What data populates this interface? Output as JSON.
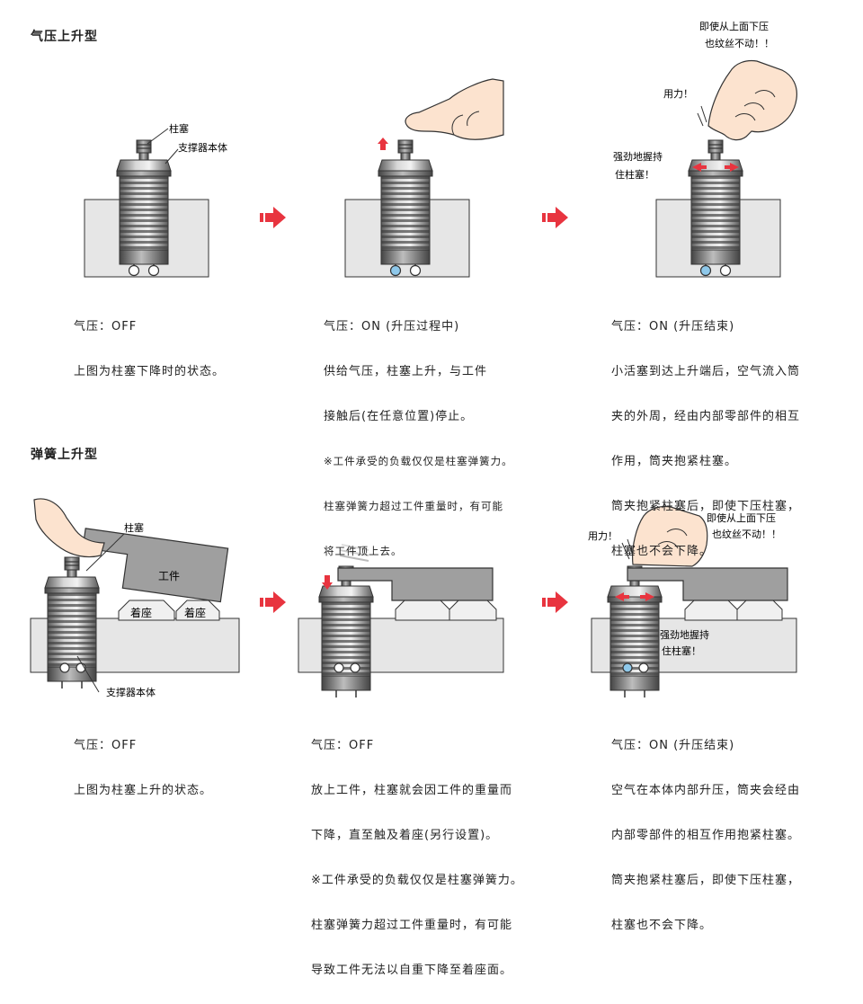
{
  "sections": [
    {
      "title": "气压上升型",
      "panels": [
        {
          "captions": [
            "气压：OFF",
            "上图为柱塞下降时的状态。"
          ],
          "notes": [],
          "labels": {
            "plunger": "柱塞",
            "support": "支撑器本体"
          }
        },
        {
          "captions": [
            "气压：ON (升压过程中)",
            "供给气压，柱塞上升，与工件",
            "接触后(在任意位置)停止。"
          ],
          "notes": [
            "※工件承受的负载仅仅是柱塞弹簧力。",
            "柱塞弹簧力超过工件重量时，有可能",
            "将工件顶上去。"
          ],
          "labels": {}
        },
        {
          "captions": [
            "气压：ON (升压结束)",
            "小活塞到达上升端后，空气流入筒",
            "夹的外周，经由内部零部件的相互",
            "作用，筒夹抱紧柱塞。",
            "筒夹抱紧柱塞后，即使下压柱塞，",
            "柱塞也不会下降。"
          ],
          "notes": [],
          "labels": {
            "press_note_1": "即使从上面下压",
            "press_note_2": "也纹丝不动！！",
            "force": "用力！",
            "grip_1": "强劲地握持",
            "grip_2": "住柱塞！"
          }
        }
      ]
    },
    {
      "title": "弹簧上升型",
      "panels": [
        {
          "captions": [
            "气压：OFF",
            "上图为柱塞上升的状态。"
          ],
          "notes": [],
          "labels": {
            "plunger": "柱塞",
            "workpiece": "工件",
            "seat_1": "着座",
            "seat_2": "着座",
            "support": "支撑器本体"
          }
        },
        {
          "captions": [
            "气压：OFF",
            "放上工件，柱塞就会因工件的重量而",
            "下降，直至触及着座(另行设置)。",
            "※工件承受的负载仅仅是柱塞弹簧力。",
            "柱塞弹簧力超过工件重量时，有可能",
            "导致工件无法以自重下降至着座面。"
          ],
          "notes": [],
          "labels": {}
        },
        {
          "captions": [
            "气压：ON (升压结束)",
            "空气在本体内部升压，筒夹会经由",
            "内部零部件的相互作用抱紧柱塞。",
            "筒夹抱紧柱塞后，即使下压柱塞，",
            "柱塞也不会下降。"
          ],
          "notes": [],
          "labels": {
            "force": "用力！",
            "press_note_1": "即使从上面下压",
            "press_note_2": "也纹丝不动！！",
            "grip_1": "强劲地握持",
            "grip_2": "住柱塞！"
          }
        }
      ]
    }
  ],
  "colors": {
    "arrow": "#e8343f",
    "base": "#e6e6e6",
    "outline": "#333333",
    "body": "#9a9a9a",
    "port_blue": "#8ec8ea",
    "work": "#9f9f9f"
  }
}
